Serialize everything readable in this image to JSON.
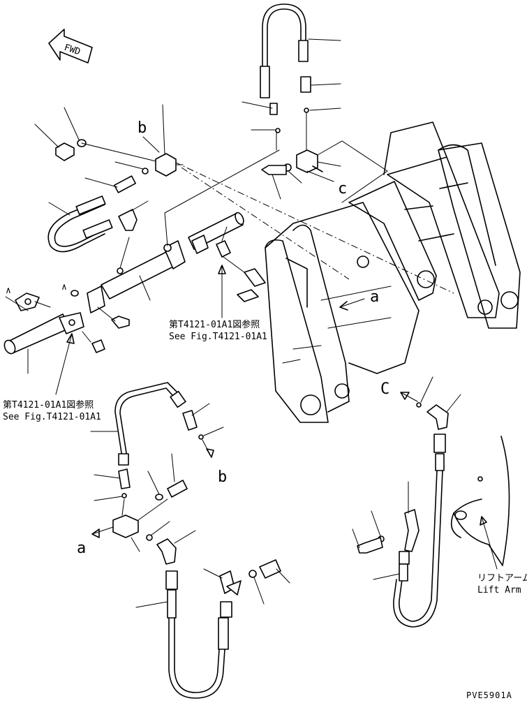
{
  "fwd_label": "FWD",
  "callouts": {
    "a_top": "a",
    "a_left": "a",
    "b_top": "b",
    "b_mid": "b",
    "c_top": "c",
    "c_right": "C",
    "pin_marks": [
      "∧",
      "∧"
    ]
  },
  "references": [
    {
      "jp": "第T4121-01A1図参照",
      "en": "See Fig.T4121-01A1"
    },
    {
      "jp": "第T4121-01A1図参照",
      "en": "See Fig.T4121-01A1"
    }
  ],
  "lift_arm": {
    "jp": "リフトアーム",
    "en": "Lift Arm"
  },
  "drawing_code": "PVE5901A"
}
